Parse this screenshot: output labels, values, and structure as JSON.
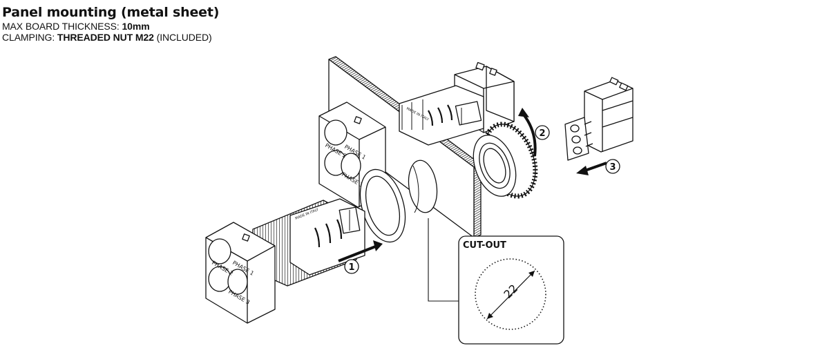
{
  "header": {
    "title": "Panel mounting (metal sheet)",
    "spec1_label": "MAX BOARD THICKNESS: ",
    "spec1_value": "10mm",
    "spec2_label": "CLAMPING: ",
    "spec2_value": "THREADED NUT M22",
    "spec2_suffix": " (INCLUDED)"
  },
  "steps": {
    "step1": "1",
    "step2": "2",
    "step3": "3"
  },
  "cutout": {
    "label": "CUT-OUT",
    "diameter": "22"
  },
  "indicator": {
    "phase1": "PHASE 1",
    "phase2": "PHASE 2",
    "phase3": "PHASE 3",
    "made_in": "MADE IN ITALY"
  },
  "colors": {
    "line": "#111111",
    "fill": "#ffffff",
    "hatch": "#444444"
  }
}
